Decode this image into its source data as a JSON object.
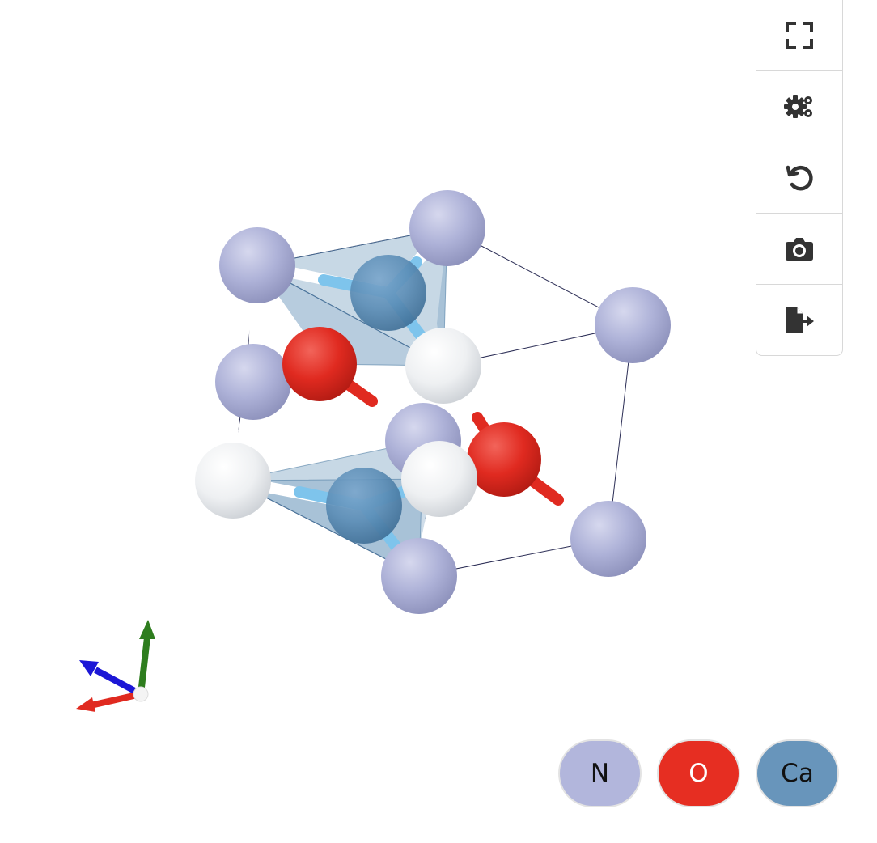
{
  "toolbar": {
    "buttons": [
      {
        "name": "fullscreen",
        "icon": "fullscreen-icon"
      },
      {
        "name": "settings",
        "icon": "gears-icon"
      },
      {
        "name": "reset-view",
        "icon": "rotate-left-icon"
      },
      {
        "name": "screenshot",
        "icon": "camera-icon"
      },
      {
        "name": "export",
        "icon": "file-export-icon"
      }
    ],
    "icon_color": "#333333"
  },
  "legend": {
    "elements": [
      {
        "symbol": "N",
        "color": "#b2b6dc",
        "text_color": "#111111"
      },
      {
        "symbol": "O",
        "color": "#e62e22",
        "text_color": "#ffffff"
      },
      {
        "symbol": "Ca",
        "color": "#6895bb",
        "text_color": "#111111"
      }
    ]
  },
  "structure": {
    "atom_colors": {
      "N": "#aeb2d8",
      "O": "#e02a20",
      "Ca": "#5b8db6",
      "H": "#f2f3f5"
    },
    "bond_colors": {
      "N": "#aeb2d8",
      "O": "#e02a20",
      "Ca": "#7ec4ec",
      "H": "#ffffff"
    },
    "polyhedron_color": "#5f8fb5"
  },
  "axes": {
    "x_color": "#e02a20",
    "y_color": "#2e7d1e",
    "z_color": "#1c17d6"
  }
}
